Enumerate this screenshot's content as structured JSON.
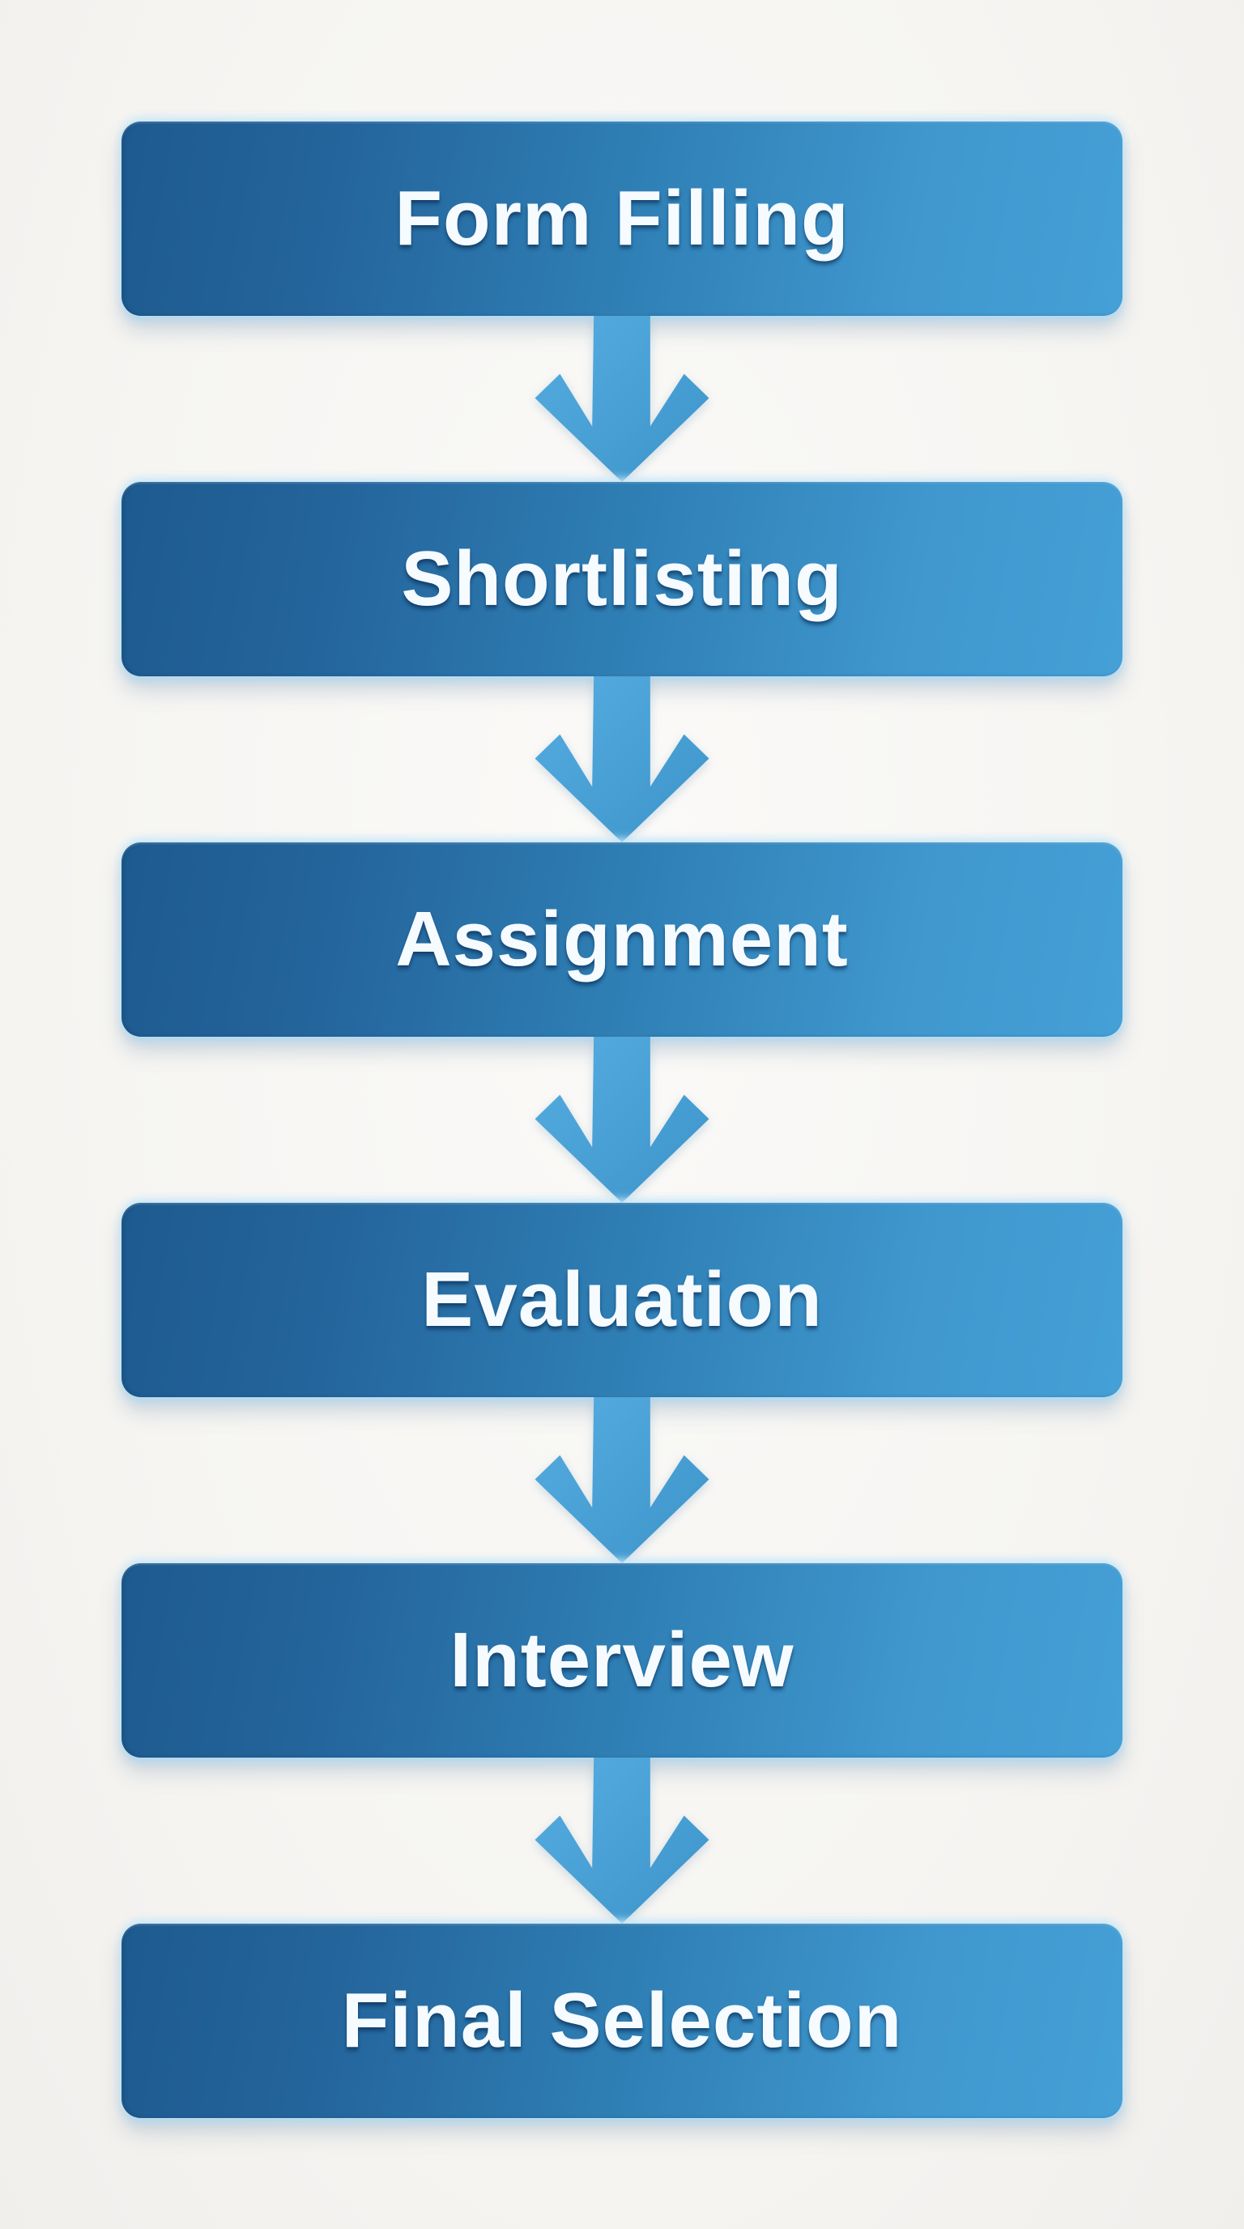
{
  "diagram": {
    "type": "flowchart",
    "direction": "top-down",
    "steps": [
      {
        "label": "Form Filling"
      },
      {
        "label": "Shortlisting"
      },
      {
        "label": "Assignment"
      },
      {
        "label": "Evaluation"
      },
      {
        "label": "Interview"
      },
      {
        "label": "Final Selection"
      }
    ],
    "connector": "down-arrow",
    "colors": {
      "box_gradient_dark": "#1d5a8f",
      "box_gradient_mid": "#2f80b6",
      "box_gradient_light": "#45a0d7",
      "arrow_light": "#55ade1",
      "arrow_dark": "#3d94ca",
      "text": "#f6fbff",
      "glow": "#c6e8fa",
      "background": "#f6f5f2"
    }
  }
}
